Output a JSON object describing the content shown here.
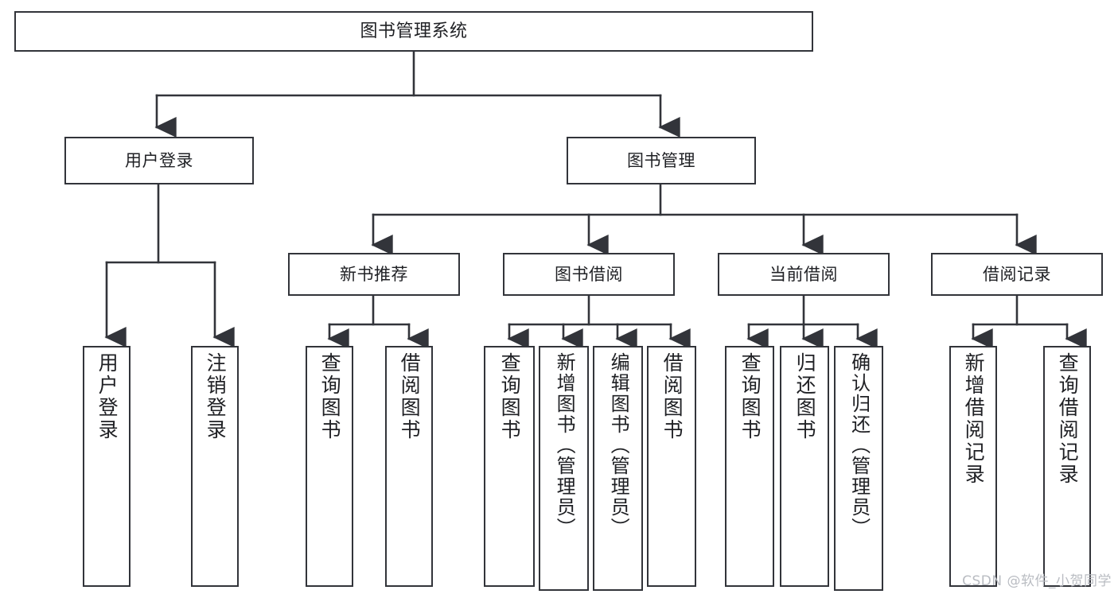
{
  "diagram": {
    "title": "图书管理系统",
    "watermark": "CSDN @软件_小贺同学",
    "line_color": "#32343a",
    "text_color": "#1f2024",
    "background": "#ffffff",
    "nodes": {
      "root": "图书管理系统",
      "level2": [
        "用户登录",
        "图书管理"
      ],
      "level3": [
        "新书推荐",
        "图书借阅",
        "当前借阅",
        "借阅记录"
      ],
      "leaves": {
        "user_login": [
          "用户登录",
          "注销登录"
        ],
        "new_book_recommend": [
          "查询图书",
          "借阅图书"
        ],
        "book_borrow": [
          "查询图书",
          "新增图书（管理员）",
          "编辑图书（管理员）",
          "借阅图书"
        ],
        "current_borrow": [
          "查询图书",
          "归还图书",
          "确认归还（管理员）"
        ],
        "borrow_record": [
          "新增借阅记录",
          "查询借阅记录"
        ]
      }
    }
  }
}
